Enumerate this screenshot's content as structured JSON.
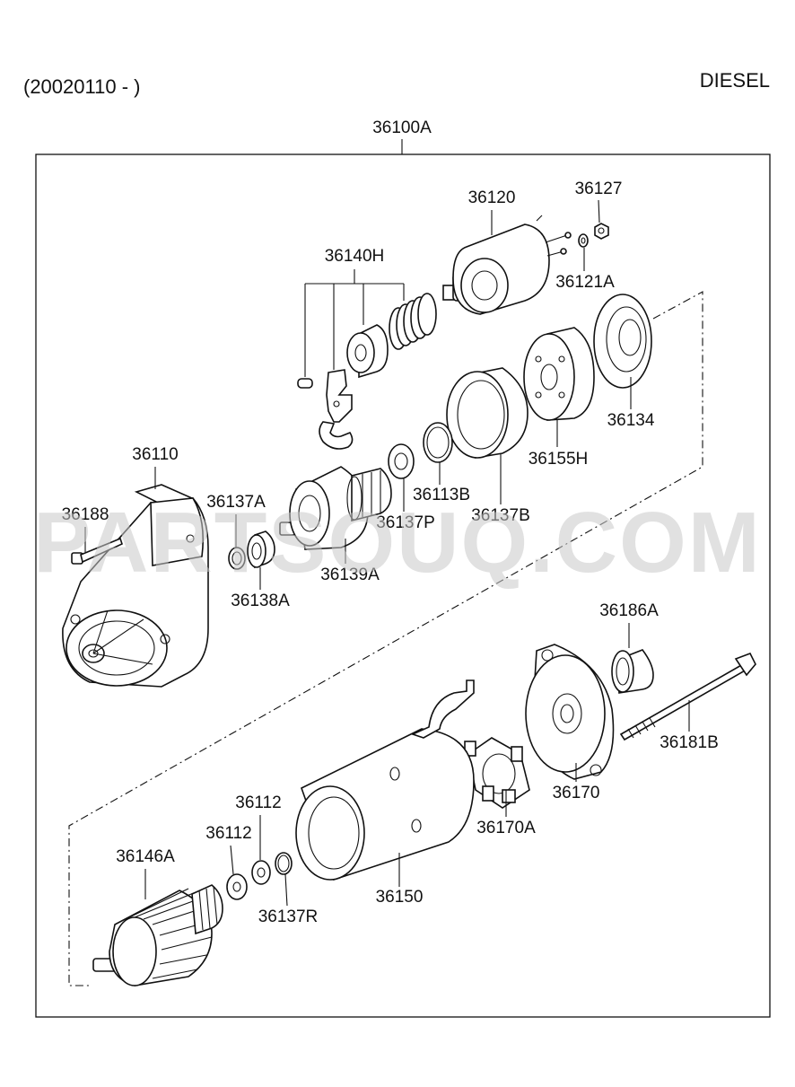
{
  "header": {
    "date_range": "(20020110 - )",
    "engine": "DIESEL",
    "assembly_number": "36100A"
  },
  "watermark": "PARTSOUQ.COM",
  "parts": {
    "p36120": "36120",
    "p36127": "36127",
    "p36121A": "36121A",
    "p36140H": "36140H",
    "p36134": "36134",
    "p36155H": "36155H",
    "p36110": "36110",
    "p36137A": "36137A",
    "p36113B": "36113B",
    "p36137P": "36137P",
    "p36137B": "36137B",
    "p36188": "36188",
    "p36139A": "36139A",
    "p36138A": "36138A",
    "p36186A": "36186A",
    "p36181B": "36181B",
    "p36170": "36170",
    "p36112a": "36112",
    "p36112b": "36112",
    "p36170A": "36170A",
    "p36146A": "36146A",
    "p36137R": "36137R",
    "p36150": "36150"
  }
}
